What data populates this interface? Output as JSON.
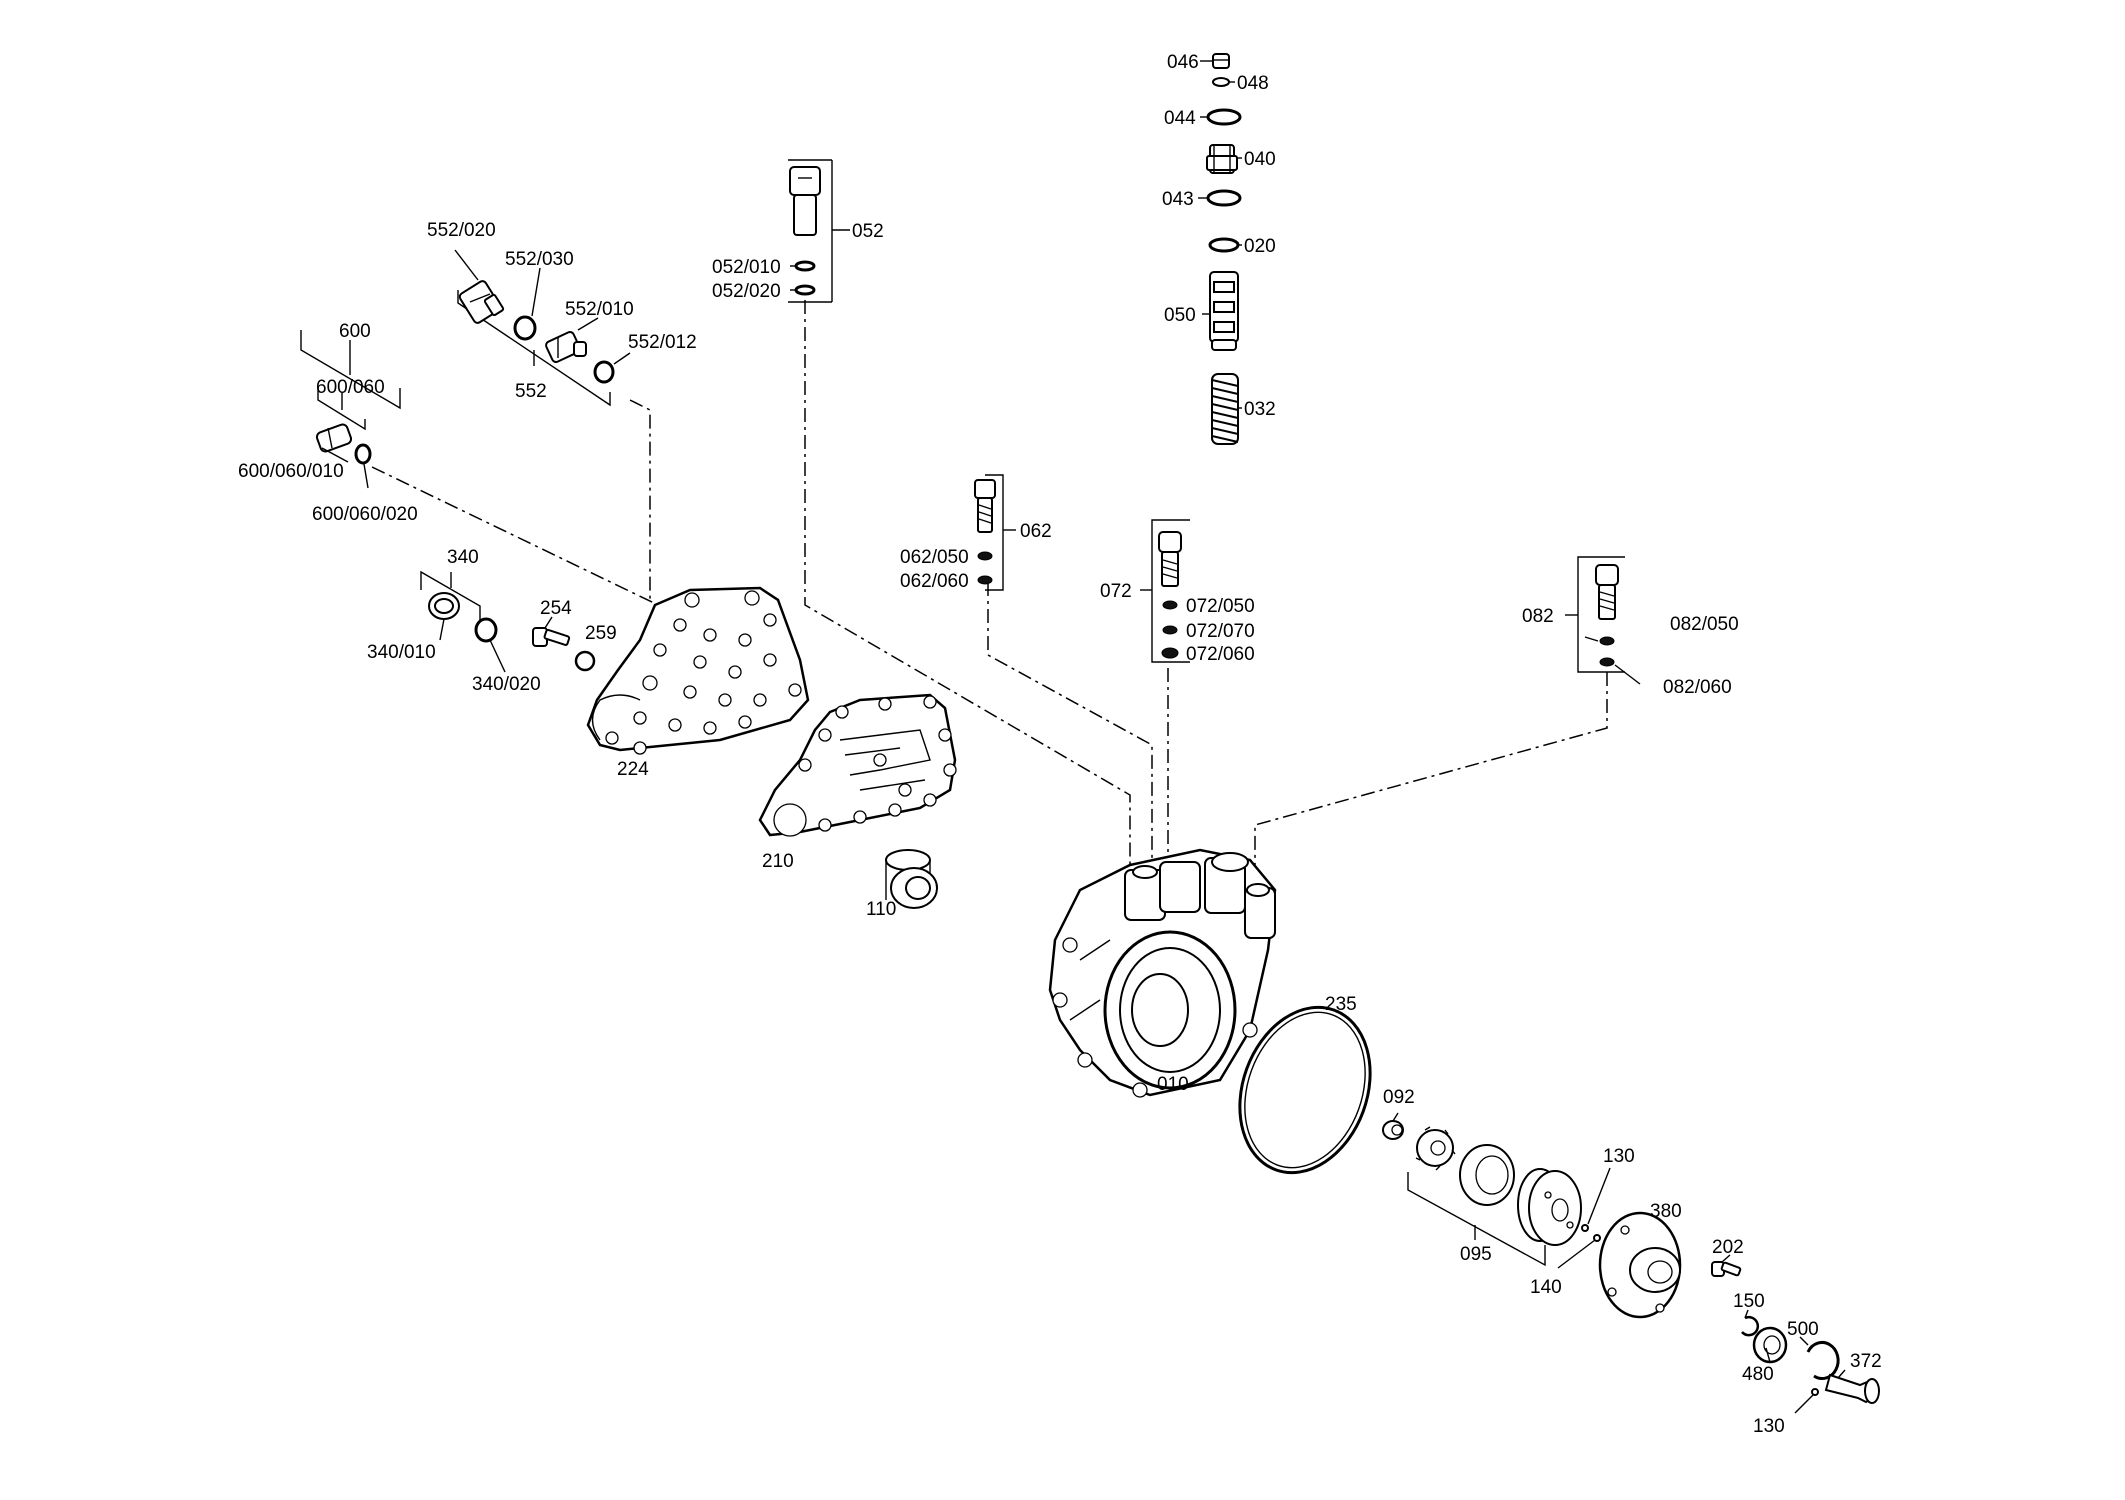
{
  "labels": {
    "l046": "046",
    "l048": "048",
    "l044": "044",
    "l040": "040",
    "l043": "043",
    "l020": "020",
    "l050": "050",
    "l032": "032",
    "l052": "052",
    "l052_010": "052/010",
    "l052_020": "052/020",
    "l552_020": "552/020",
    "l552_030": "552/030",
    "l552_010": "552/010",
    "l552_012": "552/012",
    "l552": "552",
    "l600": "600",
    "l600_060": "600/060",
    "l600_060_010": "600/060/010",
    "l600_060_020": "600/060/020",
    "l062": "062",
    "l062_050": "062/050",
    "l062_060": "062/060",
    "l072": "072",
    "l072_050": "072/050",
    "l072_070": "072/070",
    "l072_060": "072/060",
    "l082": "082",
    "l082_050": "082/050",
    "l082_060": "082/060",
    "l340": "340",
    "l340_010": "340/010",
    "l340_020": "340/020",
    "l254": "254",
    "l259": "259",
    "l224": "224",
    "l210": "210",
    "l110": "110",
    "l010": "010",
    "l235": "235",
    "l092": "092",
    "l095": "095",
    "l130a": "130",
    "l140": "140",
    "l380": "380",
    "l202": "202",
    "l150": "150",
    "l500": "500",
    "l480": "480",
    "l372": "372",
    "l130b": "130"
  }
}
